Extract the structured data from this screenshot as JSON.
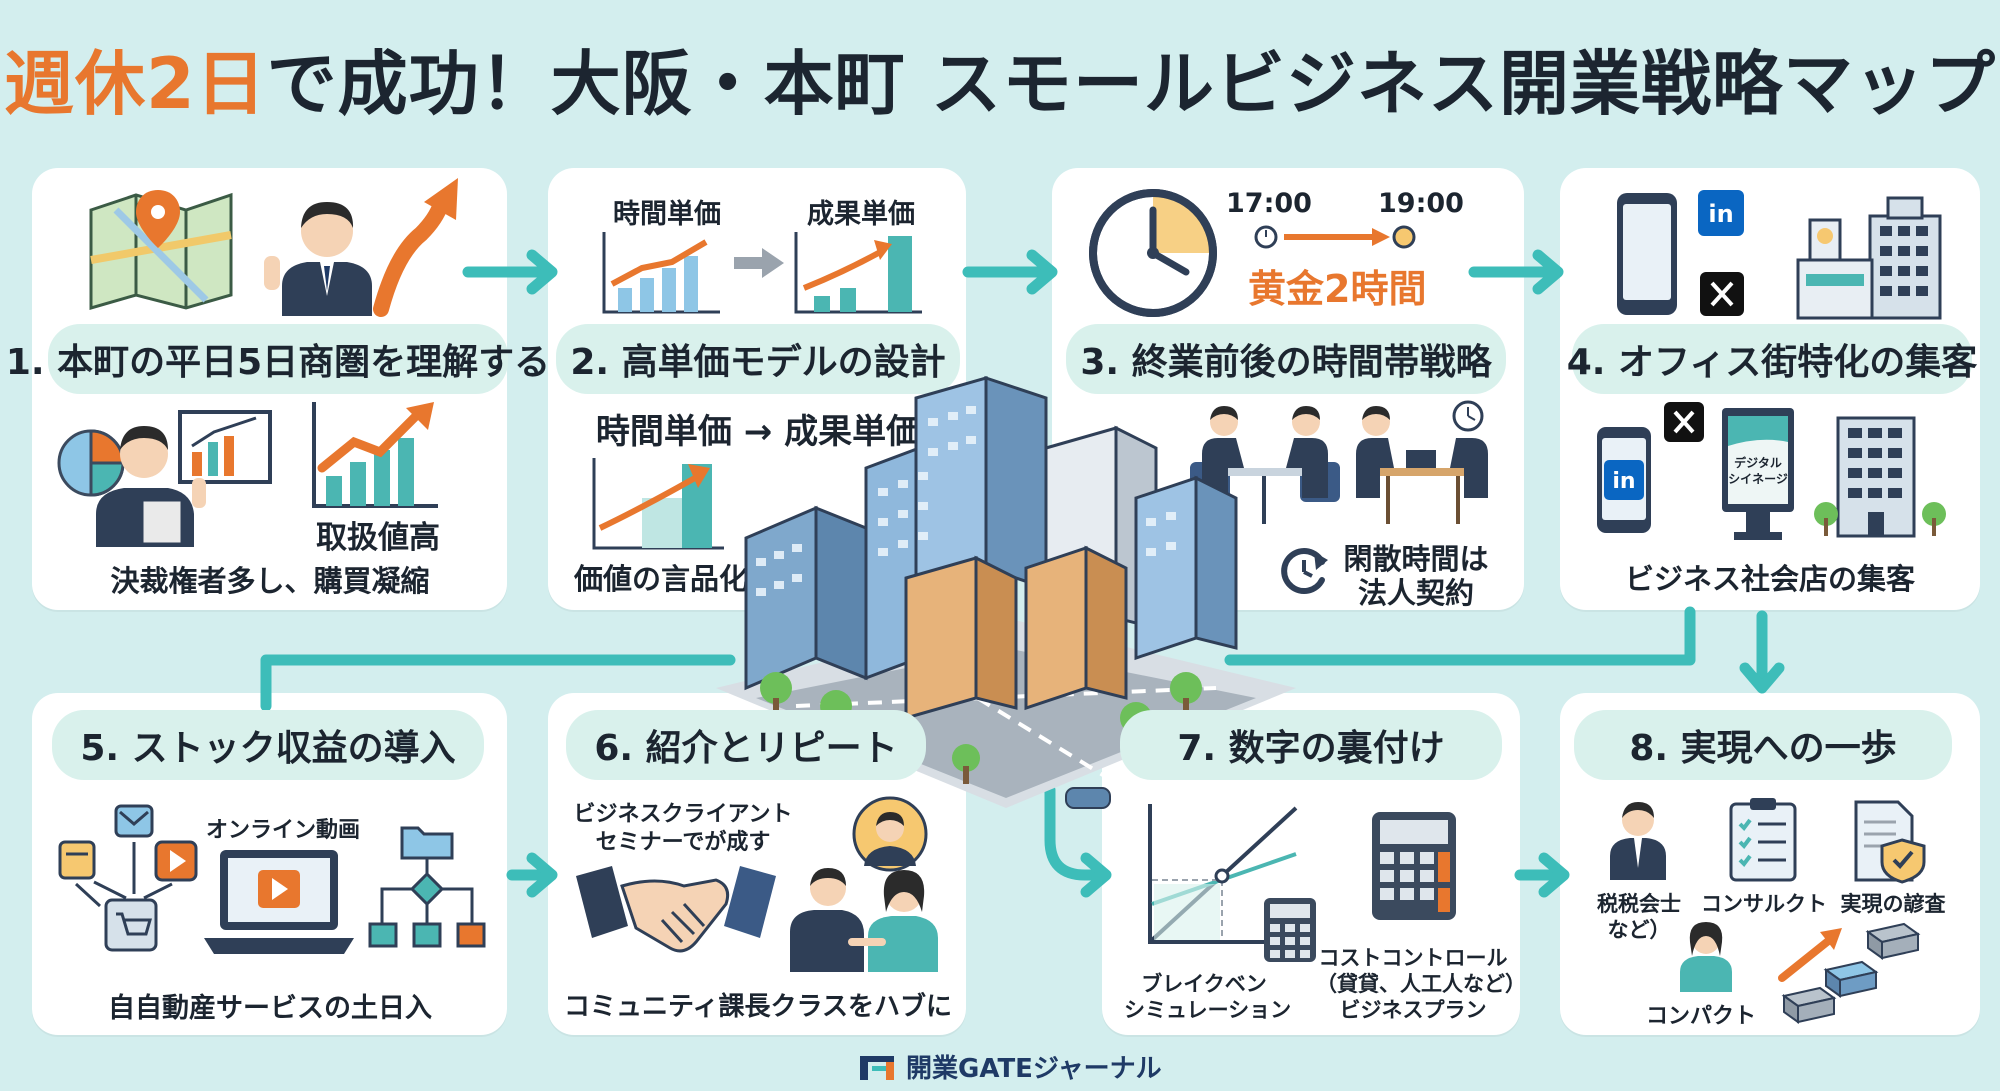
{
  "title": {
    "accent": "週休2日",
    "rest": "で成功！大阪・本町 スモールビジネス開業戦略マップ"
  },
  "steps": [
    {
      "label": "1. 本町の平日5日商圏を理解する",
      "texts": [
        "取扱値高",
        "決裁権者多し、購買凝縮"
      ]
    },
    {
      "label": "2. 高単価モデルの設計",
      "texts": [
        "時間単価",
        "成果単価",
        "時間単価 → 成果単価",
        "価値の言品化"
      ]
    },
    {
      "label": "3. 終業前後の時間帯戦略",
      "texts": [
        "17:00",
        "19:00",
        "黄金2時間",
        "閑散時間は",
        "法人契約"
      ]
    },
    {
      "label": "4. オフィス街特化の集客",
      "texts": [
        "デジタル",
        "シイネージ",
        "ビジネス社会店の集客"
      ]
    },
    {
      "label": "5. ストック収益の導入",
      "texts": [
        "オンライン動画",
        "自自動産サービスの土日入"
      ]
    },
    {
      "label": "6. 紹介とリピート",
      "texts": [
        "ビジネスクライアント",
        "セミナーでが成す",
        "コミュニティ課長クラスをハブに"
      ]
    },
    {
      "label": "7. 数字の裏付け",
      "texts": [
        "ブレイクベン",
        "シミュレーション",
        "コストコントロール",
        "（貸貸、人工人など）",
        "ビジネスプラン"
      ]
    },
    {
      "label": "8. 実現への一歩",
      "texts": [
        "税税会士",
        "など）",
        "コンサルクト",
        "実現の諺査",
        "コンパクト"
      ]
    }
  ],
  "footer": {
    "brand": "開業GATEジャーナル"
  },
  "colors": {
    "accent": "#e8772e",
    "teal": "#3dbdb9",
    "navy": "#1f3a66",
    "background": "#d3eeee"
  },
  "icons": [
    "map-icon",
    "businessman-icon",
    "growth-arrow-icon",
    "pie-chart-icon",
    "presenter-icon",
    "bar-chart-icon",
    "clock-icon",
    "meeting-icon",
    "smartphone-icon",
    "linkedin-icon",
    "x-icon",
    "office-building-icon",
    "digital-signage-icon",
    "laptop-video-icon",
    "email-icon",
    "play-icon",
    "cart-icon",
    "flowchart-icon",
    "handshake-icon",
    "calculator-icon",
    "checklist-icon",
    "shield-document-icon",
    "city-illustration"
  ]
}
